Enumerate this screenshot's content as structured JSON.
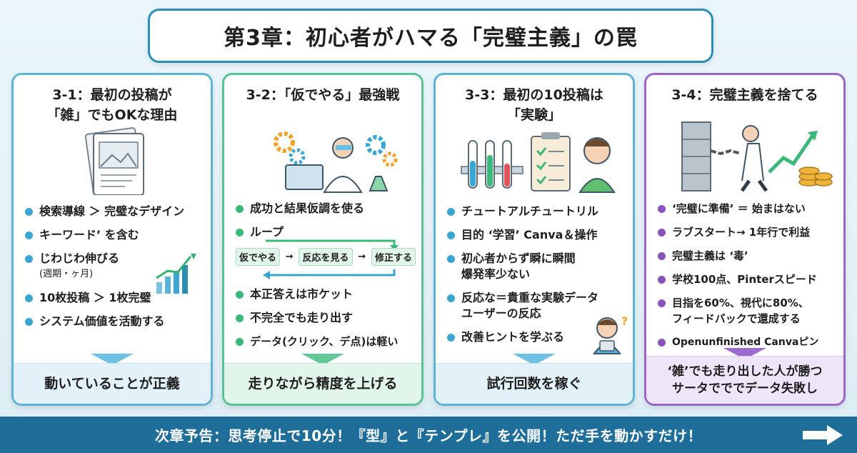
{
  "title": "第3章：初心者がハマる「完璧主義」の罠",
  "cards": [
    {
      "title_l1": "3-1：最初の投稿が",
      "title_l2": "「雑」でもOKな理由",
      "points": [
        "検索導線 ＞ 完璧なデザイン",
        "キーワード’ を含む",
        "じわじわ伸びる",
        "10枚投稿 ＞ 1枚完璧",
        "システム価値を活動する"
      ],
      "point3_sub": "(週期・ヶ月)",
      "footer": "動いていることが正義"
    },
    {
      "title_l1": "3-2：「仮でやる」最強戦",
      "points": [
        "成功と結果仮調を使る",
        "ループ",
        "本正答えは市ケット",
        "不完全でも走り出す",
        "データ(クリック、デ点)は軽い"
      ],
      "loop_steps": [
        "仮でやる",
        "反応を見る",
        "修正する"
      ],
      "footer": "走りながら精度を上げる"
    },
    {
      "title_l1": "3-3：最初の10投稿は",
      "title_l2": "「実験」",
      "points": [
        "チュートアルチュートリル",
        "目的 ‘学習’ Canva＆操作",
        "初心者からず瞬に瞬間",
        "反応な＝貴重な実験データ",
        "改善ヒントを学ぶる"
      ],
      "point3_l2": "爆発率少ない",
      "point4_l2": "ユーザーの反応",
      "footer": "試行回数を稼ぐ"
    },
    {
      "title_l1": "3-4：完璧主義を捨てる",
      "points": [
        "‘完璧に準備’ ＝ 始まはない",
        "ラブスタート→ 1年⾏で利益",
        "完璧主義は ‘毒’",
        "学校100点、Pinterスピード",
        "目指を60%、視代に80%、",
        "Openunfinished Canvaピン"
      ],
      "point5_l2": "フィードバックで還成する",
      "footer_l1": "‘雑’でも走り出した人が勝つ",
      "footer_l2": "サータでででデータ失敗し"
    }
  ],
  "bottom_bar": "次章予告：思考停止で10分！『型』と『テンプレ』を公開！ただ手を動かすだけ！",
  "colors": {
    "blue": "#3aa7d2",
    "green": "#3bb87a",
    "purple": "#8a52bd",
    "bar": "#1f6e9a"
  }
}
